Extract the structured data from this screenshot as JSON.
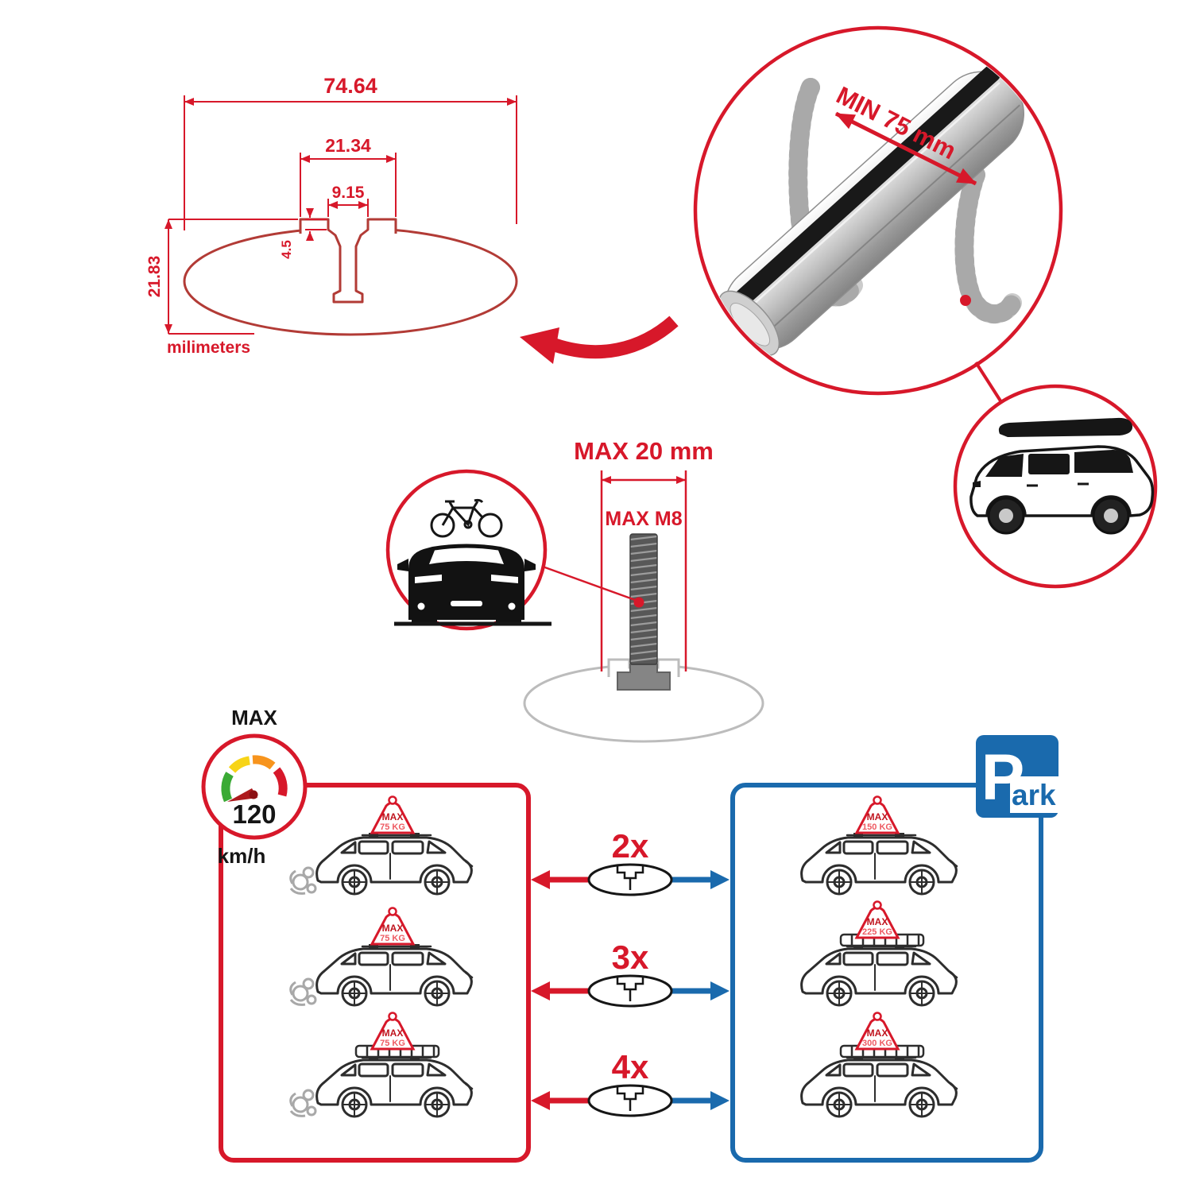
{
  "cross_section": {
    "total_width": "74.64",
    "channel_outer_width": "21.34",
    "channel_inner_width": "9.15",
    "lip_depth": "4.5",
    "profile_height": "21.83",
    "units_label": "milimeters"
  },
  "bar_detail": {
    "min_span": "MIN 75 mm"
  },
  "mount": {
    "max_width": "MAX 20 mm",
    "max_thread": "MAX M8"
  },
  "speed_badge": {
    "top_label": "MAX",
    "value": "120",
    "unit": "km/h"
  },
  "park_sign": {
    "letter": "P",
    "suffix": "ark"
  },
  "load_badge_label": "MAX",
  "rows": [
    {
      "qty": "2x",
      "driving_load": "75 KG",
      "parked_load": "150 KG"
    },
    {
      "qty": "3x",
      "driving_load": "75 KG",
      "parked_load": "225 KG"
    },
    {
      "qty": "4x",
      "driving_load": "75 KG",
      "parked_load": "300 KG"
    }
  ],
  "colors": {
    "red": "#d7182a",
    "profile_red": "#b23b36",
    "blue": "#1a6aad",
    "gray": "#b8b8b8",
    "dark": "#1d1d1b"
  }
}
